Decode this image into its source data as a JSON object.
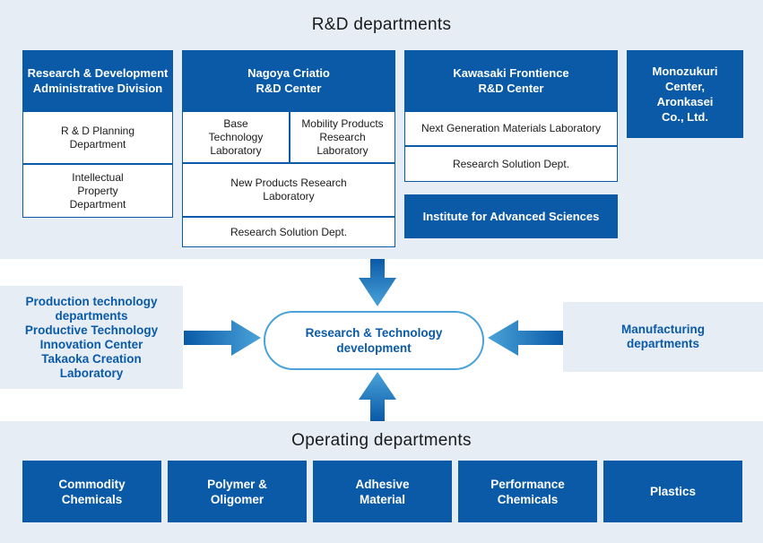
{
  "rd": {
    "title": "R&D departments",
    "admin": {
      "title": "Research & Development\nAdministrative Division",
      "planning": "R & D Planning\nDepartment",
      "ip": "Intellectual\nProperty\nDepartment"
    },
    "nagoya": {
      "title": "Nagoya Criatio\nR&D Center",
      "base": "Base\nTechnology\nLaboratory",
      "mobility": "Mobility Products\nResearch\nLaboratory",
      "new_products": "New Products Research\nLaboratory",
      "research_solution": "Research Solution Dept."
    },
    "kawasaki": {
      "title": "Kawasaki Frontience\nR&D Center",
      "next_gen": "Next Generation Materials Laboratory",
      "research_solution": "Research Solution Dept."
    },
    "institute": "Institute for Advanced Sciences",
    "monozukuri": "Monozukuri\nCenter,\nAronkasei\nCo., Ltd."
  },
  "production": "Production technology\ndepartments\nProductive Technology\nInnovation Center\nTakaoka Creation\nLaboratory",
  "center": "Research & Technology\ndevelopment",
  "manufacturing": "Manufacturing\ndepartments",
  "operating": {
    "title": "Operating departments",
    "items": [
      "Commodity\nChemicals",
      "Polymer &\nOligomer",
      "Adhesive\nMaterial",
      "Performance\nChemicals",
      "Plastics"
    ]
  },
  "colors": {
    "primary": "#0a5aa8",
    "arrow": "#4aa3d8",
    "panel": "#e6edf5"
  }
}
